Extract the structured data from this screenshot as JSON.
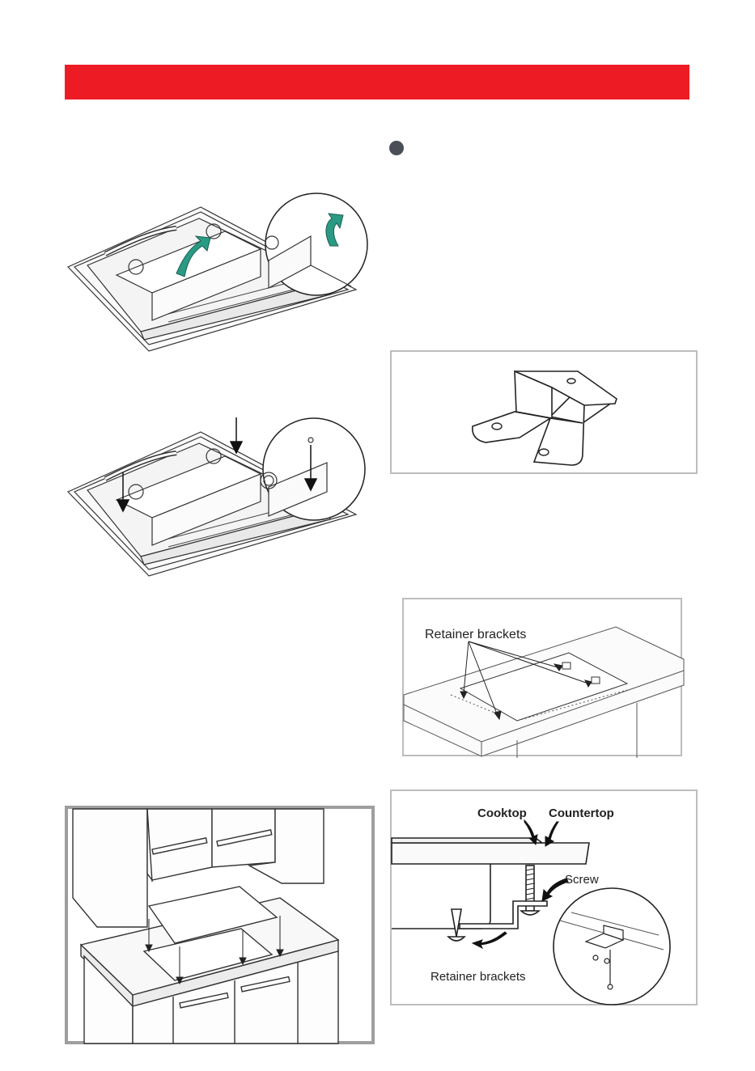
{
  "labels": {
    "retainer_brackets_top": "Retainer brackets",
    "cooktop": "Cooktop",
    "countertop": "Countertop",
    "screw": "Screw",
    "retainer_brackets_bottom": "Retainer brackets"
  },
  "colors": {
    "banner": "#ed1c24",
    "bullet": "#4a4e57",
    "arrow_green": "#2a9a83",
    "frame": "#bdbdbd"
  }
}
